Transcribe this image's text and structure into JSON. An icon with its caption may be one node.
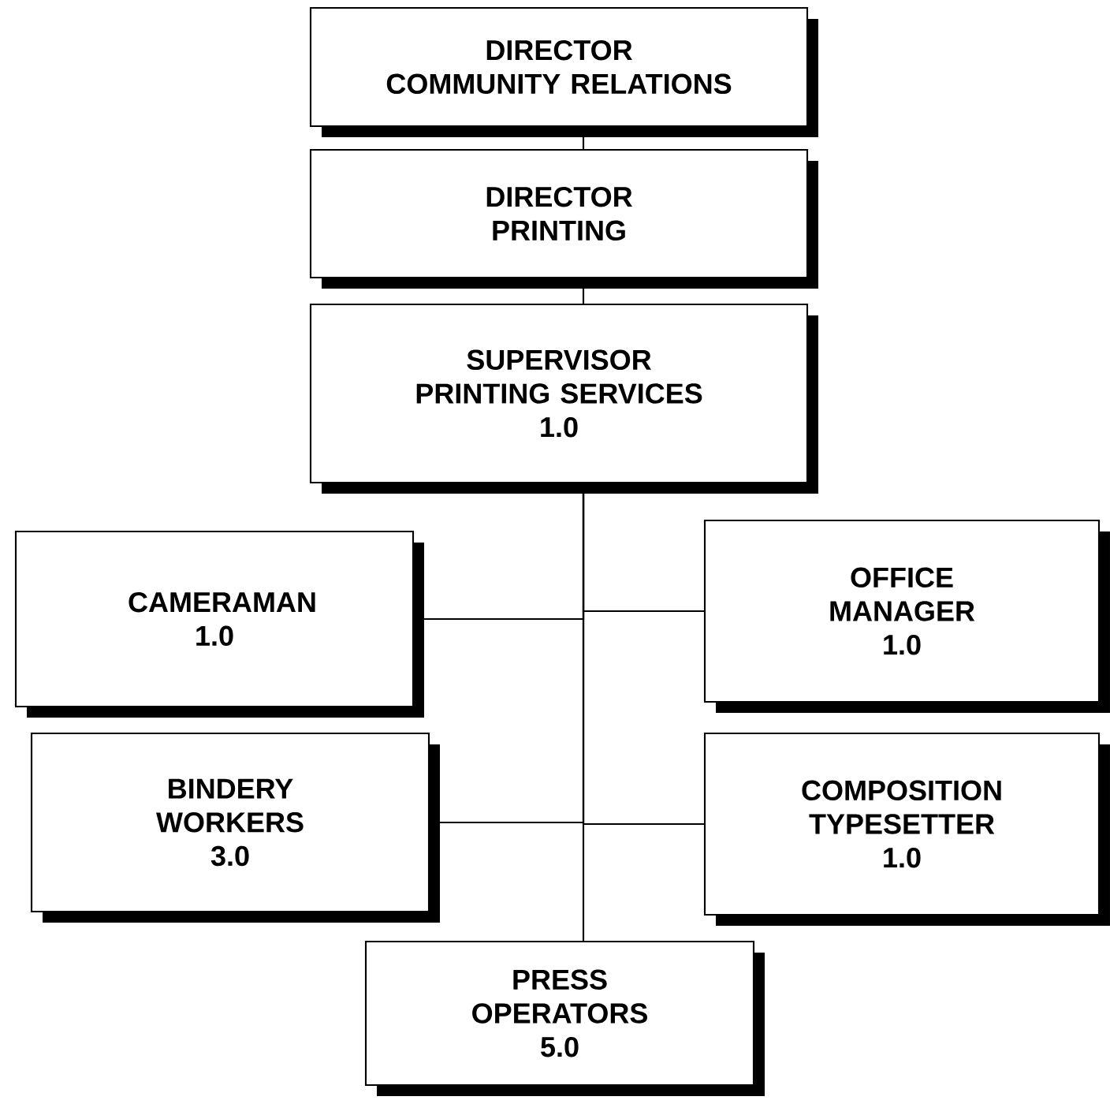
{
  "diagram": {
    "nodes": [
      {
        "text": [
          "DIRECTOR",
          "COMMUNITY RELATIONS"
        ]
      },
      {
        "text": [
          "DIRECTOR",
          "PRINTING"
        ]
      },
      {
        "text": [
          "SUPERVISOR",
          "PRINTING SERVICES",
          "1.0"
        ]
      },
      {
        "text": [
          "CAMERAMAN",
          "1.0"
        ]
      },
      {
        "text": [
          "OFFICE MANAGER",
          "1.0"
        ]
      },
      {
        "text": [
          "BINDERY WORKERS",
          "3.0"
        ]
      },
      {
        "text": [
          "COMPOSITION TYPESETTER",
          "1.0"
        ]
      },
      {
        "text": [
          "PRESS OPERATORS",
          "5.0"
        ]
      }
    ],
    "edges": [
      {
        "from": 0,
        "to": 1,
        "arrow": "none"
      },
      {
        "from": 1,
        "to": 2,
        "arrow": "none"
      },
      {
        "from": 2,
        "to": 3,
        "arrow": "none"
      },
      {
        "from": 2,
        "to": 4,
        "arrow": "none"
      },
      {
        "from": 2,
        "to": 5,
        "arrow": "none"
      },
      {
        "from": 2,
        "to": 6,
        "arrow": "none"
      },
      {
        "from": 2,
        "to": 7,
        "arrow": "none"
      }
    ]
  }
}
